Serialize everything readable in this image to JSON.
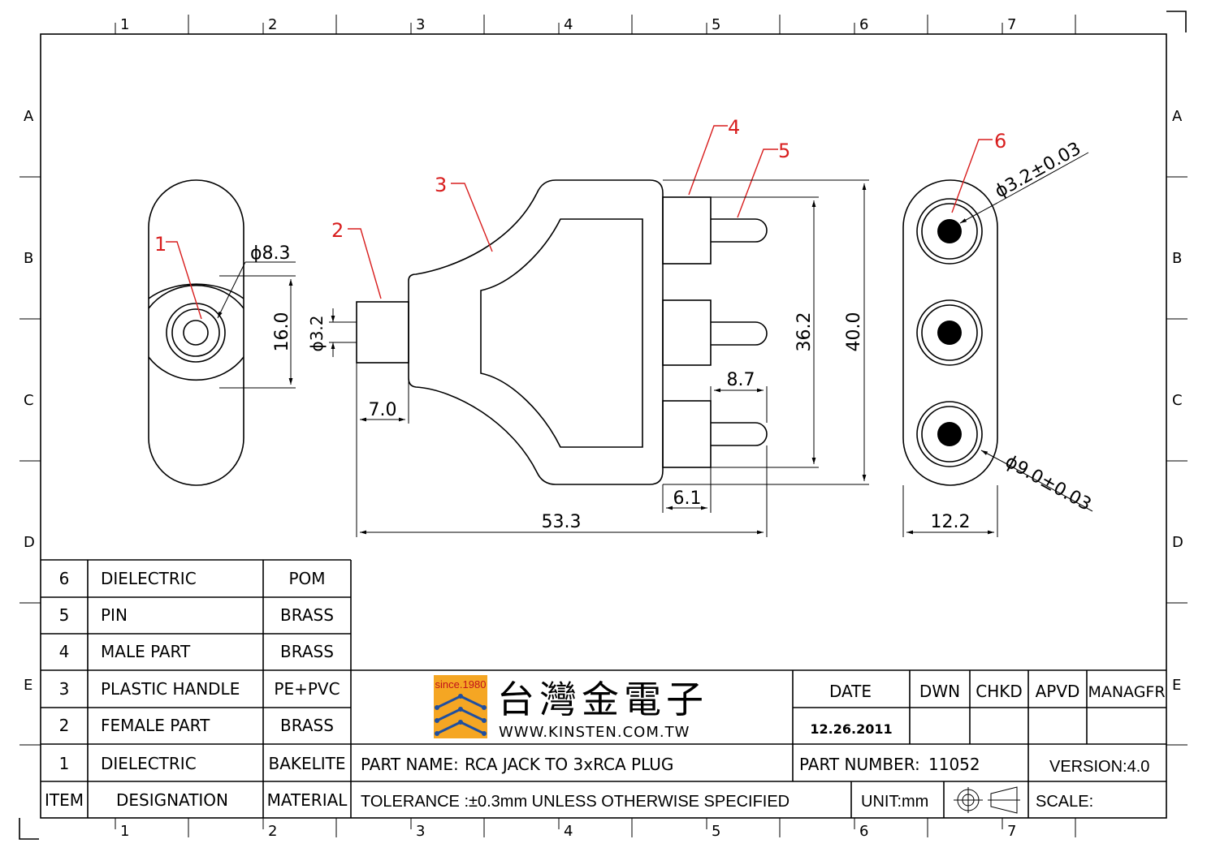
{
  "border": {
    "columns": [
      "1",
      "2",
      "3",
      "4",
      "5",
      "6",
      "7"
    ],
    "rows": [
      "A",
      "B",
      "C",
      "D",
      "E"
    ]
  },
  "balloons": [
    "1",
    "2",
    "3",
    "4",
    "5",
    "6"
  ],
  "dimensions": {
    "dia_8_3": "ϕ8.3",
    "d_16_0": "16.0",
    "dia_3_2": "ϕ3.2",
    "d_7_0": "7.0",
    "d_53_3": "53.3",
    "d_36_2": "36.2",
    "d_40_0": "40.0",
    "d_8_7": "8.7",
    "d_6_1": "6.1",
    "dia_3_2_tol": "ϕ3.2±0.03",
    "dia_9_0_tol": "ϕ9.0±0.03",
    "d_12_2": "12.2"
  },
  "bom": {
    "rows": [
      {
        "item": "6",
        "designation": "DIELECTRIC",
        "material": "POM"
      },
      {
        "item": "5",
        "designation": "PIN",
        "material": "BRASS"
      },
      {
        "item": "4",
        "designation": "MALE PART",
        "material": "BRASS"
      },
      {
        "item": "3",
        "designation": "PLASTIC HANDLE",
        "material": "PE+PVC"
      },
      {
        "item": "2",
        "designation": "FEMALE PART",
        "material": "BRASS"
      },
      {
        "item": "1",
        "designation": "DIELECTRIC",
        "material": "BAKELITE"
      }
    ],
    "header": {
      "item": "ITEM",
      "designation": "DESIGNATION",
      "material": "MATERIAL"
    }
  },
  "title_block": {
    "logo_since": "since.1980",
    "company_cn": "台灣金電子",
    "website": "WWW.KINSTEN.COM.TW",
    "date_label": "DATE",
    "date_value": "12.26.2011",
    "dwn": "DWN",
    "chkd": "CHKD",
    "apvd": "APVD",
    "managfr": "MANAGFR",
    "part_name_label": "PART  NAME:",
    "part_name": "RCA JACK TO 3xRCA PLUG",
    "part_number_label": "PART  NUMBER:",
    "part_number": "11052",
    "version": "VERSION:4.0",
    "tolerance": "TOLERANCE  :±0.3mm  UNLESS  OTHERWISE  SPECIFIED",
    "unit": "UNIT:mm",
    "scale": "SCALE:"
  },
  "colors": {
    "accent": "#d81e1e",
    "logo_orange": "#f5a623",
    "logo_blue": "#1f4fa0"
  }
}
